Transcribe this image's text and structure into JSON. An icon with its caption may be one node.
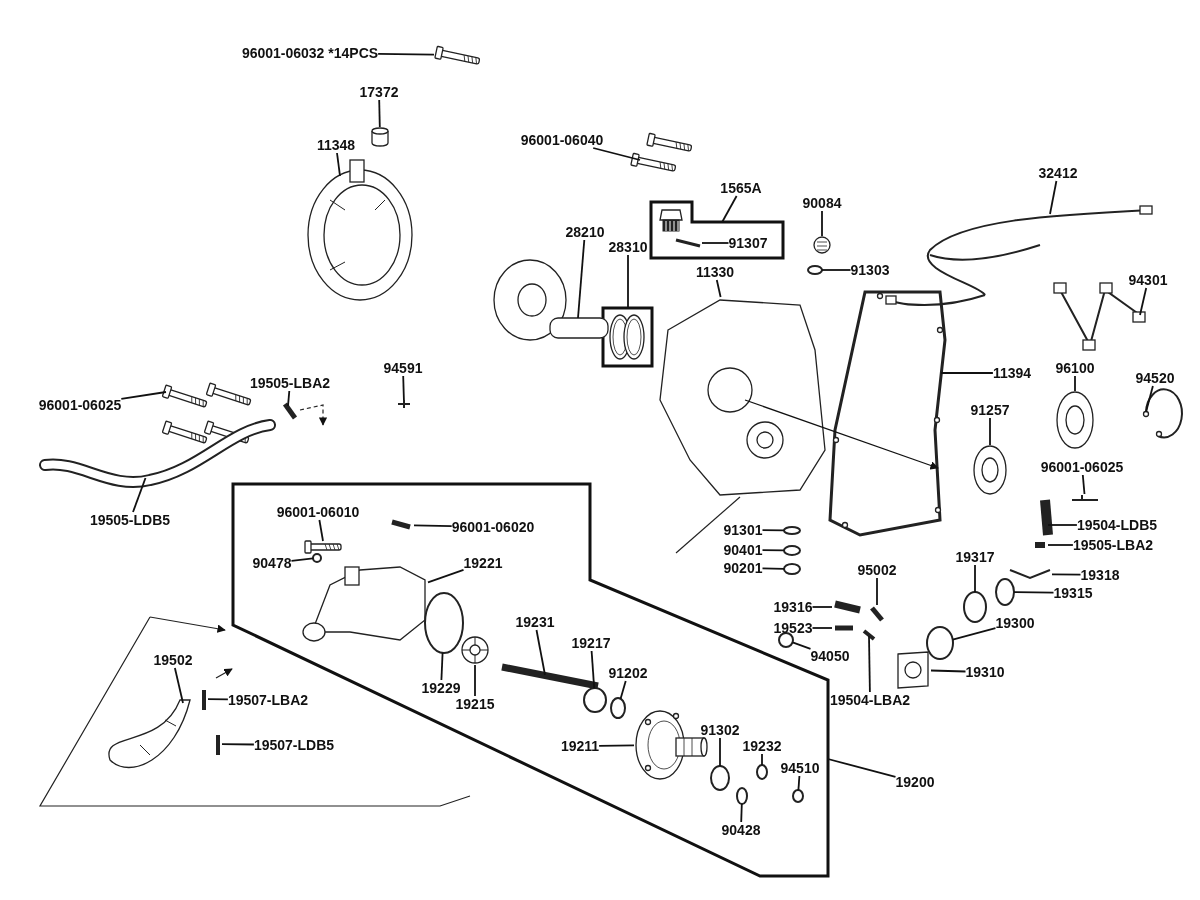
{
  "diagram": {
    "nodes": [
      {
        "text": [
          "96001-06032 *14PCS"
        ]
      },
      {
        "text": [
          "17372"
        ]
      },
      {
        "text": [
          "11348"
        ]
      },
      {
        "text": [
          "96001-06040"
        ]
      },
      {
        "text": [
          "1565A"
        ]
      },
      {
        "text": [],
        "shape": "box"
      },
      {
        "text": [
          "91307"
        ],
        "in": 5
      },
      {
        "text": [
          "28210"
        ]
      },
      {
        "text": [
          "28310"
        ]
      },
      {
        "text": [],
        "shape": "box"
      },
      {
        "text": [
          "11330"
        ]
      },
      {
        "text": [
          "90084"
        ]
      },
      {
        "text": [
          "91303"
        ]
      },
      {
        "text": [
          "32412"
        ]
      },
      {
        "text": [
          "94301"
        ]
      },
      {
        "text": [
          "94591"
        ]
      },
      {
        "text": [
          "19505-LBA2"
        ]
      },
      {
        "text": [
          "96001-06025"
        ]
      },
      {
        "text": [
          "11394"
        ]
      },
      {
        "text": [
          "96100"
        ]
      },
      {
        "text": [
          "94520"
        ]
      },
      {
        "text": [
          "91257"
        ]
      },
      {
        "text": [
          "96001-06025"
        ]
      },
      {
        "text": [
          "19505-LDB5"
        ]
      },
      {
        "text": [
          "19504-LDB5"
        ]
      },
      {
        "text": [
          "19505-LBA2"
        ]
      },
      {
        "text": [],
        "shape": "box"
      },
      {
        "text": [
          "96001-06010"
        ],
        "in": 26
      },
      {
        "text": [
          "96001-06020"
        ],
        "in": 26
      },
      {
        "text": [
          "90478"
        ],
        "in": 26
      },
      {
        "text": [
          "19221"
        ],
        "in": 26
      },
      {
        "text": [
          "91301"
        ]
      },
      {
        "text": [
          "90401"
        ]
      },
      {
        "text": [
          "90201"
        ]
      },
      {
        "text": [
          "19317"
        ]
      },
      {
        "text": [
          "95002"
        ]
      },
      {
        "text": [
          "19318"
        ]
      },
      {
        "text": [
          "19315"
        ]
      },
      {
        "text": [
          "19316"
        ]
      },
      {
        "text": [
          "19300"
        ]
      },
      {
        "text": [
          "19523"
        ]
      },
      {
        "text": [
          "94050"
        ]
      },
      {
        "text": [
          "19310"
        ]
      },
      {
        "text": [
          "19504-LBA2"
        ]
      },
      {
        "text": [
          "19502"
        ]
      },
      {
        "text": [
          "19507-LBA2"
        ]
      },
      {
        "text": [
          "19507-LDB5"
        ]
      },
      {
        "text": [
          "19229"
        ],
        "in": 26
      },
      {
        "text": [
          "19215"
        ],
        "in": 26
      },
      {
        "text": [
          "19231"
        ],
        "in": 26
      },
      {
        "text": [
          "19217"
        ],
        "in": 26
      },
      {
        "text": [
          "91202"
        ],
        "in": 26
      },
      {
        "text": [
          "19211"
        ],
        "in": 26
      },
      {
        "text": [
          "91302"
        ],
        "in": 26
      },
      {
        "text": [
          "19232"
        ],
        "in": 26
      },
      {
        "text": [
          "94510"
        ],
        "in": 26
      },
      {
        "text": [
          "90428"
        ],
        "in": 26
      },
      {
        "text": [
          "19200"
        ]
      },
      {
        "text": [],
        "shape": "picture"
      },
      {
        "text": [],
        "shape": "cylinder"
      },
      {
        "text": [],
        "shape": "picture"
      },
      {
        "text": [],
        "shape": "picture"
      },
      {
        "text": [],
        "shape": "picture",
        "in": 5
      },
      {
        "text": [],
        "shape": "bar",
        "in": 5
      },
      {
        "text": [],
        "shape": "picture"
      },
      {
        "text": [],
        "shape": "picture",
        "in": 9
      },
      {
        "text": [],
        "shape": "picture"
      },
      {
        "text": [],
        "shape": "picture"
      },
      {
        "text": [],
        "shape": "circle"
      },
      {
        "text": [],
        "shape": "picture"
      },
      {
        "text": [],
        "shape": "picture"
      },
      {
        "text": [],
        "shape": "bar"
      },
      {
        "text": [],
        "shape": "bar"
      },
      {
        "text": [],
        "shape": "picture"
      },
      {
        "text": [],
        "shape": "picture"
      },
      {
        "text": [],
        "shape": "picture"
      },
      {
        "text": [],
        "shape": "picture"
      },
      {
        "text": [],
        "shape": "picture"
      },
      {
        "text": [],
        "shape": "picture"
      },
      {
        "text": [],
        "shape": "picture"
      },
      {
        "text": [],
        "shape": "bar"
      },
      {
        "text": [],
        "shape": "bar"
      },
      {
        "text": [],
        "shape": "picture",
        "in": 26
      },
      {
        "text": [],
        "shape": "bar",
        "in": 26
      },
      {
        "text": [],
        "shape": "circle",
        "in": 26
      },
      {
        "text": [],
        "shape": "picture",
        "in": 26
      },
      {
        "text": [],
        "shape": "circle"
      },
      {
        "text": [],
        "shape": "circle"
      },
      {
        "text": [],
        "shape": "circle"
      },
      {
        "text": [],
        "shape": "circle"
      },
      {
        "text": [],
        "shape": "bar"
      },
      {
        "text": [],
        "shape": "picture"
      },
      {
        "text": [],
        "shape": "circle"
      },
      {
        "text": [],
        "shape": "bar"
      },
      {
        "text": [],
        "shape": "circle"
      },
      {
        "text": [],
        "shape": "bar"
      },
      {
        "text": [],
        "shape": "circle"
      },
      {
        "text": [],
        "shape": "picture"
      },
      {
        "text": [],
        "shape": "bar"
      },
      {
        "text": [],
        "shape": "picture"
      },
      {
        "text": [],
        "shape": "bar"
      },
      {
        "text": [],
        "shape": "bar"
      },
      {
        "text": [],
        "shape": "circle",
        "in": 26
      },
      {
        "text": [],
        "shape": "picture",
        "in": 26
      },
      {
        "text": [],
        "shape": "bar",
        "in": 26
      },
      {
        "text": [],
        "shape": "circle",
        "in": 26
      },
      {
        "text": [],
        "shape": "circle",
        "in": 26
      },
      {
        "text": [],
        "shape": "picture",
        "in": 26
      },
      {
        "text": [],
        "shape": "circle",
        "in": 26
      },
      {
        "text": [],
        "shape": "circle",
        "in": 26
      },
      {
        "text": [],
        "shape": "circle",
        "in": 26
      },
      {
        "text": [],
        "shape": "circle",
        "in": 26
      }
    ],
    "edges": [
      {
        "from": 0,
        "to": 58,
        "arrow": "none"
      },
      {
        "from": 1,
        "to": 59,
        "arrow": "none"
      },
      {
        "from": 2,
        "to": 60,
        "arrow": "none"
      },
      {
        "from": 3,
        "to": 61,
        "arrow": "none"
      },
      {
        "from": 4,
        "to": 5,
        "arrow": "none"
      },
      {
        "from": 6,
        "to": 63,
        "arrow": "none"
      },
      {
        "from": 7,
        "to": 64,
        "arrow": "none"
      },
      {
        "from": 8,
        "to": 9,
        "arrow": "none"
      },
      {
        "from": 10,
        "to": 66,
        "arrow": "none"
      },
      {
        "from": 11,
        "to": 67,
        "arrow": "none"
      },
      {
        "from": 12,
        "to": 68,
        "arrow": "none"
      },
      {
        "from": 13,
        "to": 69,
        "arrow": "none"
      },
      {
        "from": 14,
        "to": 70,
        "arrow": "none"
      },
      {
        "from": 15,
        "to": 71,
        "arrow": "none"
      },
      {
        "from": 16,
        "to": 72,
        "arrow": "none"
      },
      {
        "from": 17,
        "to": 73,
        "arrow": "none"
      },
      {
        "from": 18,
        "to": 74,
        "arrow": "none"
      },
      {
        "from": 19,
        "to": 75,
        "arrow": "none"
      },
      {
        "from": 20,
        "to": 76,
        "arrow": "none"
      },
      {
        "from": 21,
        "to": 77,
        "arrow": "none"
      },
      {
        "from": 22,
        "to": 78,
        "arrow": "none"
      },
      {
        "from": 23,
        "to": 79,
        "arrow": "none"
      },
      {
        "from": 24,
        "to": 80,
        "arrow": "none"
      },
      {
        "from": 25,
        "to": 81,
        "arrow": "none"
      },
      {
        "from": 27,
        "to": 82,
        "arrow": "none"
      },
      {
        "from": 28,
        "to": 83,
        "arrow": "none"
      },
      {
        "from": 29,
        "to": 84,
        "arrow": "none"
      },
      {
        "from": 30,
        "to": 85,
        "arrow": "none"
      },
      {
        "from": 31,
        "to": 86,
        "arrow": "none"
      },
      {
        "from": 32,
        "to": 87,
        "arrow": "none"
      },
      {
        "from": 33,
        "to": 88,
        "arrow": "none"
      },
      {
        "from": 34,
        "to": 89,
        "arrow": "none"
      },
      {
        "from": 35,
        "to": 90,
        "arrow": "none"
      },
      {
        "from": 36,
        "to": 91,
        "arrow": "none"
      },
      {
        "from": 37,
        "to": 92,
        "arrow": "none"
      },
      {
        "from": 38,
        "to": 93,
        "arrow": "none"
      },
      {
        "from": 39,
        "to": 94,
        "arrow": "none"
      },
      {
        "from": 40,
        "to": 95,
        "arrow": "none"
      },
      {
        "from": 41,
        "to": 96,
        "arrow": "none"
      },
      {
        "from": 42,
        "to": 97,
        "arrow": "none"
      },
      {
        "from": 43,
        "to": 98,
        "arrow": "none"
      },
      {
        "from": 44,
        "to": 99,
        "arrow": "none"
      },
      {
        "from": 45,
        "to": 100,
        "arrow": "none"
      },
      {
        "from": 46,
        "to": 101,
        "arrow": "none"
      },
      {
        "from": 47,
        "to": 102,
        "arrow": "none"
      },
      {
        "from": 48,
        "to": 103,
        "arrow": "none"
      },
      {
        "from": 49,
        "to": 104,
        "arrow": "none"
      },
      {
        "from": 50,
        "to": 105,
        "arrow": "none"
      },
      {
        "from": 51,
        "to": 106,
        "arrow": "none"
      },
      {
        "from": 52,
        "to": 107,
        "arrow": "none"
      },
      {
        "from": 53,
        "to": 108,
        "arrow": "none"
      },
      {
        "from": 54,
        "to": 109,
        "arrow": "none"
      },
      {
        "from": 55,
        "to": 110,
        "arrow": "none"
      },
      {
        "from": 56,
        "to": 111,
        "arrow": "none"
      },
      {
        "from": 57,
        "to": 26,
        "arrow": "none"
      },
      {
        "from": 66,
        "to": 74,
        "arrow": "to"
      }
    ]
  }
}
